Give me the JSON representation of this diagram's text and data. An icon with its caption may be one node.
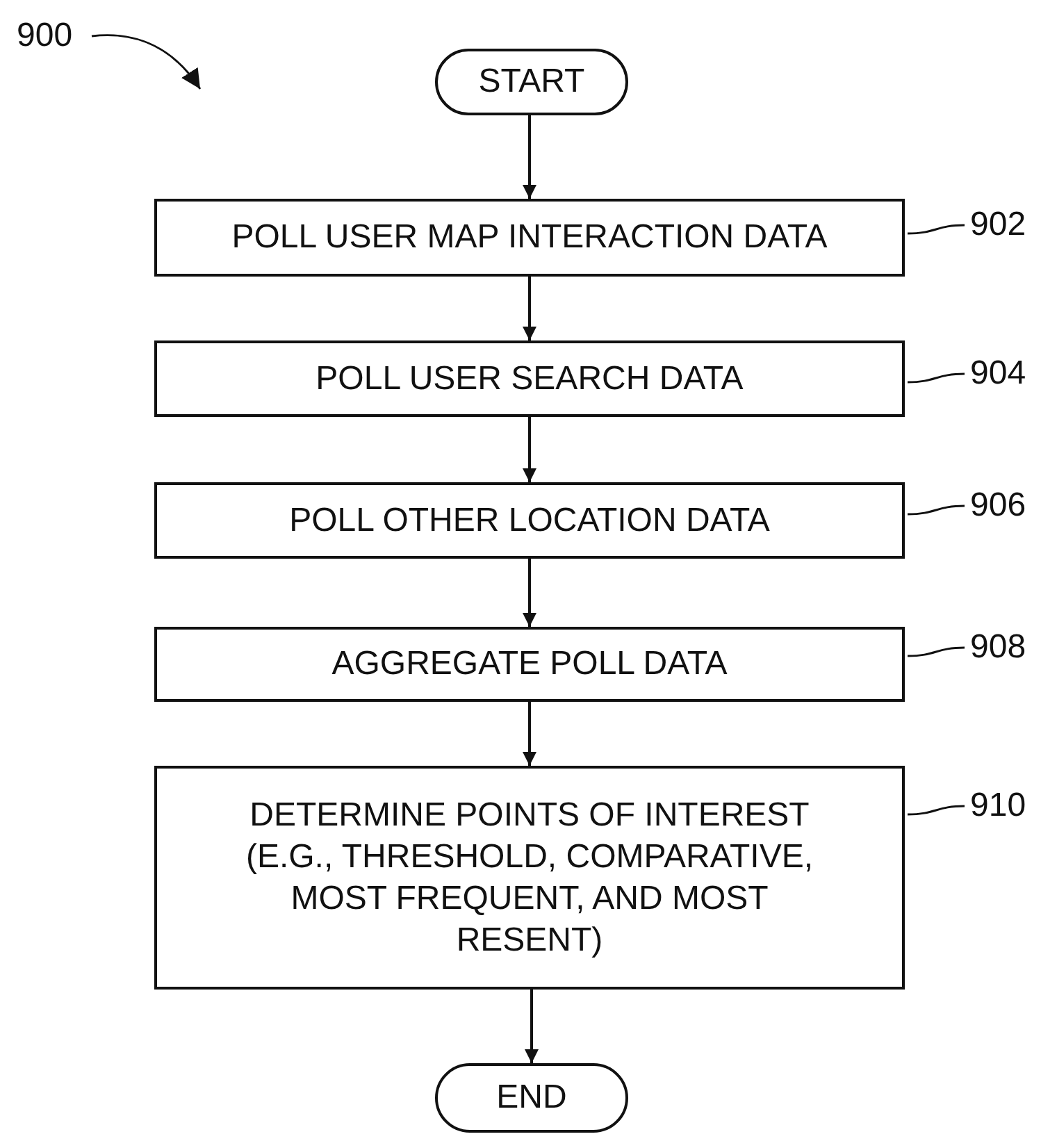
{
  "diagram": {
    "nodes": [
      {
        "text": [
          "900"
        ]
      },
      {
        "text": [
          "START"
        ]
      },
      {
        "text": [
          "POLL USER MAP INTERACTION DATA"
        ]
      },
      {
        "text": [
          "POLL USER SEARCH DATA"
        ]
      },
      {
        "text": [
          "POLL OTHER LOCATION DATA"
        ]
      },
      {
        "text": [
          "AGGREGATE POLL DATA"
        ]
      },
      {
        "text": [
          "DETERMINE POINTS OF INTEREST (E.G., THRESHOLD, COMPARATIVE, MOST FREQUENT, AND MOST RESENT)"
        ]
      },
      {
        "text": [
          "END"
        ]
      },
      {
        "text": [
          "902"
        ]
      },
      {
        "text": [
          "904"
        ]
      },
      {
        "text": [
          "906"
        ]
      },
      {
        "text": [
          "908"
        ]
      },
      {
        "text": [
          "910"
        ]
      }
    ],
    "edges": [
      {
        "from": 0,
        "to": null,
        "arrow": "to"
      },
      {
        "from": 1,
        "to": 2,
        "arrow": "to"
      },
      {
        "from": 2,
        "to": 3,
        "arrow": "to"
      },
      {
        "from": 3,
        "to": 4,
        "arrow": "to"
      },
      {
        "from": 4,
        "to": 5,
        "arrow": "to"
      },
      {
        "from": 5,
        "to": 6,
        "arrow": "to"
      },
      {
        "from": 6,
        "to": 7,
        "arrow": "to"
      },
      {
        "from": 8,
        "to": 2,
        "arrow": "none"
      },
      {
        "from": 9,
        "to": 3,
        "arrow": "none"
      },
      {
        "from": 10,
        "to": 4,
        "arrow": "none"
      },
      {
        "from": 11,
        "to": 5,
        "arrow": "none"
      },
      {
        "from": 12,
        "to": 6,
        "arrow": "none"
      }
    ]
  }
}
